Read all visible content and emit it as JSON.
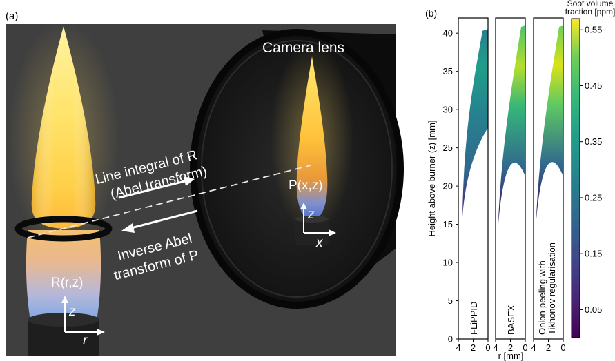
{
  "panel_a": {
    "label": "(a)",
    "camera_lens": "Camera lens",
    "forward_arrow_line1": "Line integral of R",
    "forward_arrow_line2": "(Abel transform)",
    "inverse_arrow_line1": "Inverse Abel",
    "inverse_arrow_line2": "transform of P",
    "projection_label": "P(x,z)",
    "projection_axis_z": "z",
    "projection_axis_x": "x",
    "field_label": "R(r,z)",
    "field_axis_z": "z",
    "field_axis_r": "r"
  },
  "panel_b": {
    "label": "(b)",
    "colorbar_title_line1": "Soot volume",
    "colorbar_title_line2": "fraction [ppm]",
    "colorbar_ticks": [
      "0.55",
      "0.45",
      "0.35",
      "0.25",
      "0.15",
      "0.05"
    ],
    "ylabel": "Height above burner (z) [mm]",
    "xlabel": "r [mm]",
    "panels": [
      {
        "method": "FLiPPID"
      },
      {
        "method": "BASEX"
      },
      {
        "method_line1": "Onion-peeling with",
        "method_line2": "Tikhonov regularisation"
      }
    ]
  },
  "chart_data": {
    "type": "heatmap",
    "title": "",
    "xlabel": "r [mm]",
    "ylabel": "Height above burner (z) [mm]",
    "x_ticks": [
      "4",
      "2",
      "0"
    ],
    "y_ticks": [
      "0",
      "5",
      "10",
      "15",
      "20",
      "25",
      "30",
      "35",
      "40"
    ],
    "xlim": [
      4,
      0
    ],
    "ylim": [
      0,
      42
    ],
    "colorbar": {
      "label": "Soot volume fraction [ppm]",
      "range": [
        0.0,
        0.57
      ],
      "ticks": [
        0.05,
        0.15,
        0.25,
        0.35,
        0.45,
        0.55
      ],
      "colormap": "viridis"
    },
    "series": [
      {
        "name": "FLiPPID",
        "z_range": [
          16.0,
          40.5
        ],
        "peak_fv": 0.4
      },
      {
        "name": "BASEX",
        "z_range": [
          14.5,
          41.0
        ],
        "peak_fv": 0.55
      },
      {
        "name": "Onion-peeling with Tikhonov regularisation",
        "z_range": [
          15.0,
          41.0
        ],
        "peak_fv": 0.55
      }
    ]
  }
}
